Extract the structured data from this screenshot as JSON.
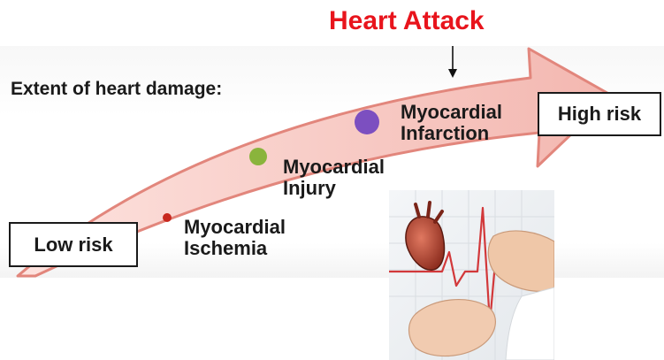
{
  "title": "Heart Attack",
  "extent_label": "Extent of heart damage:",
  "stages": [
    {
      "label_line1": "Myocardial",
      "label_line2": "Ischemia",
      "dot_color": "#c8281e"
    },
    {
      "label_line1": "Myocardial",
      "label_line2": "Injury",
      "dot_color": "#8ab43c"
    },
    {
      "label_line1": "Myocardial",
      "label_line2": "Infarction",
      "dot_color": "#7c4fc0"
    }
  ],
  "low_risk": "Low risk",
  "high_risk": "High risk",
  "colors": {
    "title": "#e8141c",
    "arrow_fill": "#f6c9c5",
    "arrow_stroke": "#e2867c",
    "ecg_line": "#d2383a"
  },
  "photo_icon": "heart-ecg-hands-illustration"
}
